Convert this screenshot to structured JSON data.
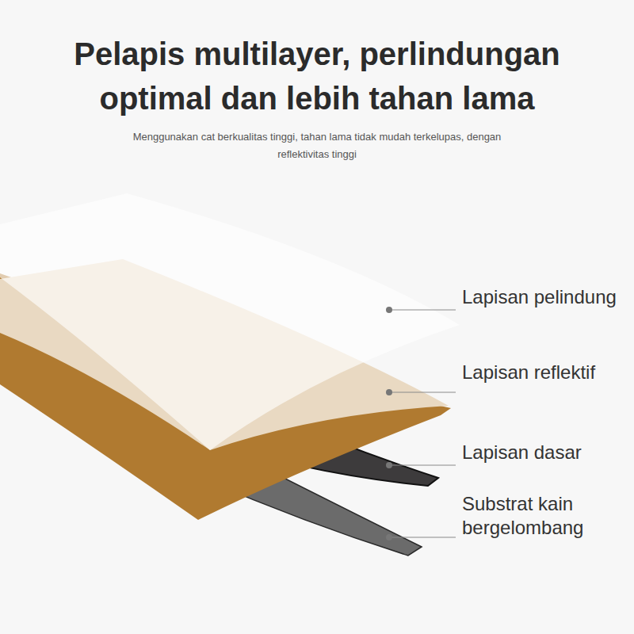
{
  "diagram": {
    "title": "Pelapis multilayer, perlindungan optimal dan lebih tahan lama",
    "caption": "Menggunakan cat berkualitas tinggi, tahan lama tidak mudah terkelupas, dengan reflektivitas tinggi",
    "labels": [
      "Lapisan pelindung",
      "Lapisan reflektif",
      "Lapisan dasar",
      "Substrat kain bergelombang"
    ]
  }
}
